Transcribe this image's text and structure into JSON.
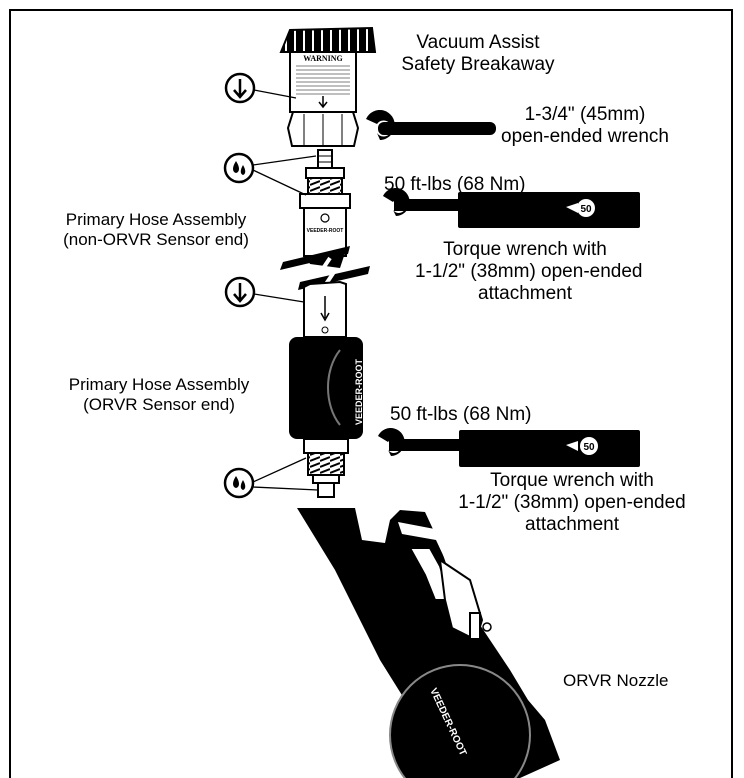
{
  "labels": {
    "breakaway_line1": "Vacuum Assist",
    "breakaway_line2": "Safety Breakaway",
    "wrench1_line1": "1-3/4\" (45mm)",
    "wrench1_line2": "open-ended wrench",
    "torque1_value": "50 ft-lbs (68 Nm)",
    "torque1_desc_line1": "Torque wrench with",
    "torque1_desc_line2": "1-1/2\" (38mm) open-ended",
    "torque1_desc_line3": "attachment",
    "hose_non_orvr_line1": "Primary Hose Assembly",
    "hose_non_orvr_line2": "(non-ORVR Sensor end)",
    "hose_orvr_line1": "Primary Hose Assembly",
    "hose_orvr_line2": "(ORVR Sensor end)",
    "torque2_value": "50 ft-lbs (68 Nm)",
    "torque2_desc_line1": "Torque wrench with",
    "torque2_desc_line2": "1-1/2\" (38mm) open-ended",
    "torque2_desc_line3": "attachment",
    "nozzle": "ORVR Nozzle"
  },
  "component_text": {
    "warning_title": "WARNING",
    "brand": "VEEDER-ROOT",
    "dial_value": "50"
  },
  "icons": [
    "down-arrow-circle-icon",
    "drop-circle-icon"
  ],
  "colors": {
    "ink": "#000000",
    "paper": "#ffffff",
    "gray": "#9a9a9a"
  }
}
